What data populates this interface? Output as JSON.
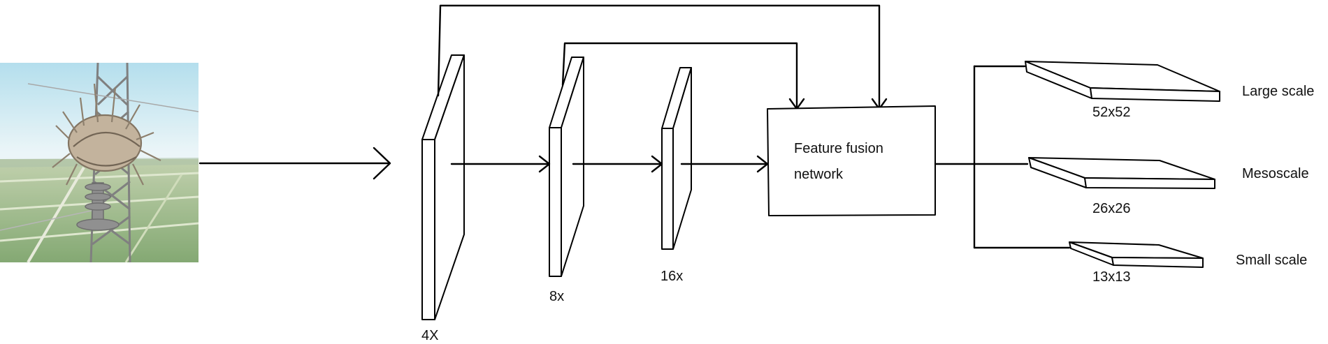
{
  "input_image": {
    "description_icon": "transmission-tower-nest-photo-icon"
  },
  "backbone": {
    "labels": [
      "4X",
      "8x",
      "16x"
    ]
  },
  "fusion": {
    "line1": "Feature fusion",
    "line2": "network"
  },
  "outputs": [
    {
      "size": "52x52",
      "scale": "Large scale"
    },
    {
      "size": "26x26",
      "scale": "Mesoscale"
    },
    {
      "size": "13x13",
      "scale": "Small scale"
    }
  ],
  "colors": {
    "sky": "#bfe4ef",
    "field": "#7fa86a",
    "stroke": "#000000"
  }
}
